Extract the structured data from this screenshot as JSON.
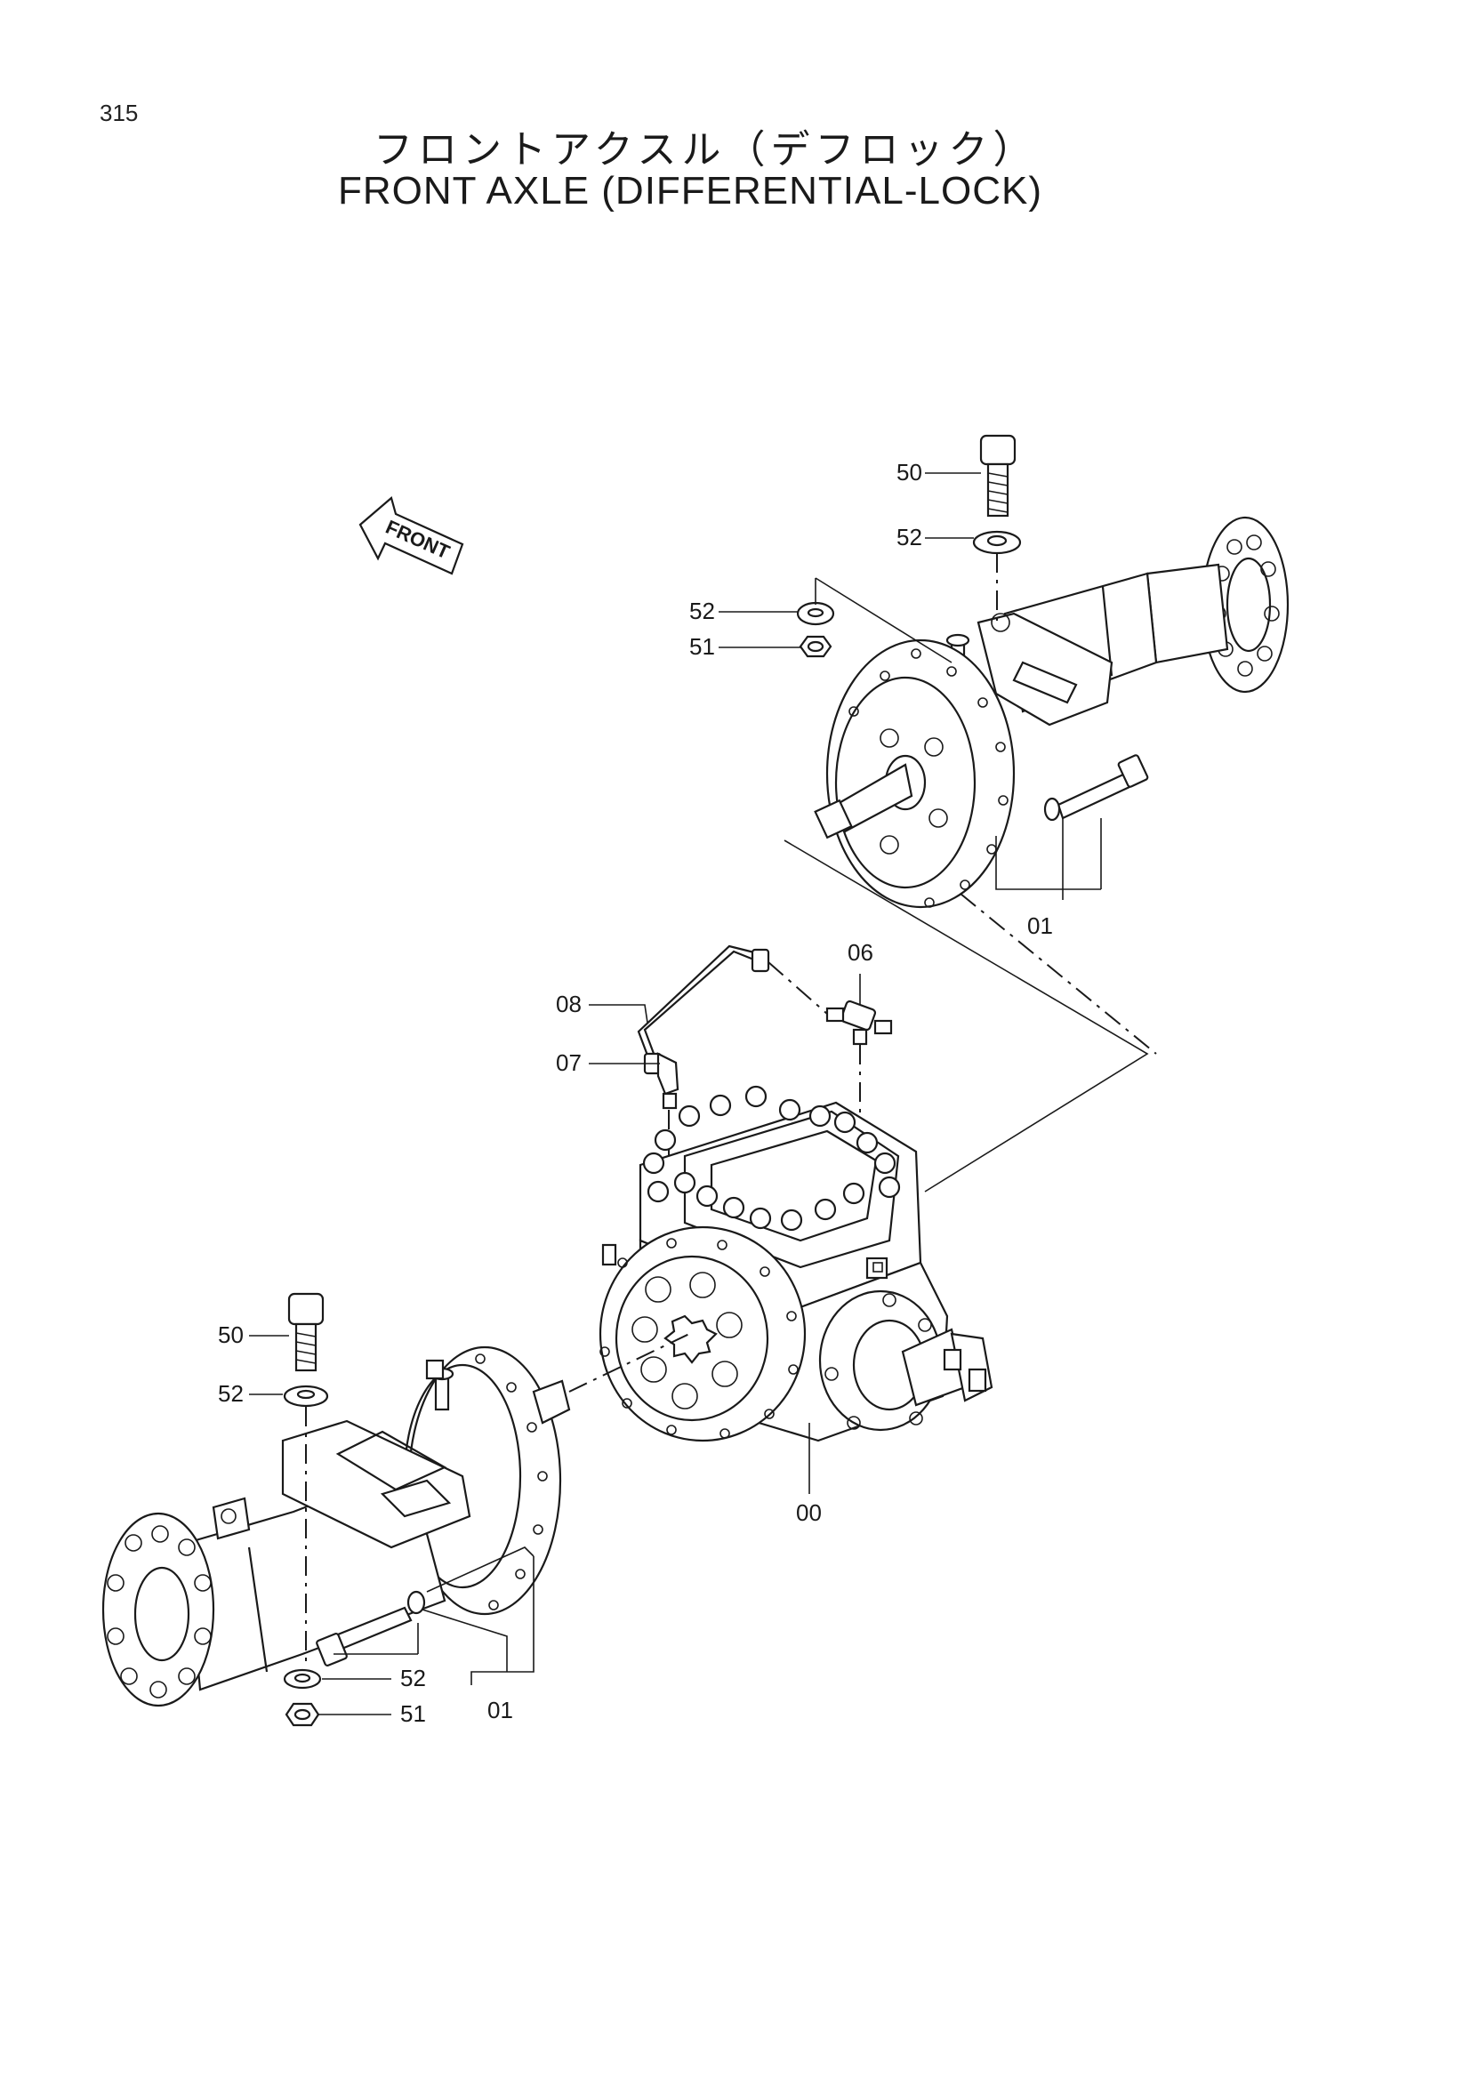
{
  "page": {
    "number": "315"
  },
  "title": {
    "japanese": "フロントアクスル（デフロック）",
    "english": "FRONT AXLE (DIFFERENTIAL-LOCK)"
  },
  "direction_marker": {
    "text": "FRONT"
  },
  "labels": {
    "top_bolt": "50",
    "top_washer": "52",
    "top_left_washer": "52",
    "top_left_nut": "51",
    "top_assembly": "01",
    "tee_fitting": "06",
    "pipe": "08",
    "elbow": "07",
    "differential": "00",
    "bottom_bolt": "50",
    "bottom_washer": "52",
    "bottom_assembly": "01",
    "bottom_lower_washer": "52",
    "bottom_lower_nut": "51"
  }
}
